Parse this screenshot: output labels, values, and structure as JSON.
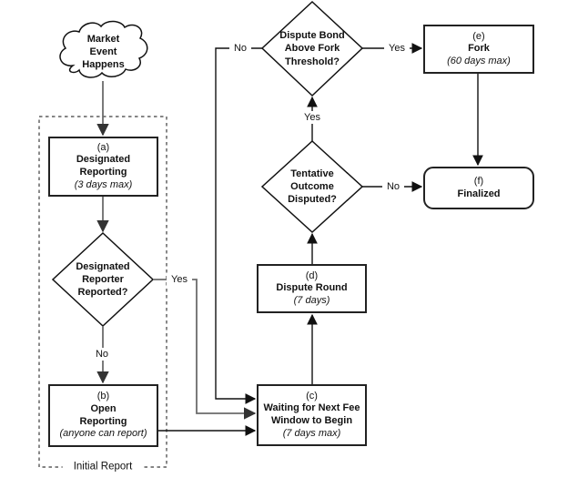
{
  "nodes": {
    "market_event": {
      "lines": [
        "Market",
        "Event",
        "Happens"
      ]
    },
    "designated_reporting": {
      "prefix": "(a)",
      "title_lines": [
        "Designated",
        "Reporting"
      ],
      "note": "(3 days max)"
    },
    "designated_reporter_reported": {
      "lines": [
        "Designated",
        "Reporter",
        "Reported?"
      ]
    },
    "open_reporting": {
      "prefix": "(b)",
      "title_lines": [
        "Open",
        "Reporting"
      ],
      "note": "(anyone can report)"
    },
    "waiting_next_fee_window": {
      "prefix": "(c)",
      "title_lines": [
        "Waiting for Next Fee",
        "Window to Begin"
      ],
      "note": "(7 days max)"
    },
    "dispute_round": {
      "prefix": "(d)",
      "title_lines": [
        "Dispute Round"
      ],
      "note": "(7 days)"
    },
    "fork": {
      "prefix": "(e)",
      "title_lines": [
        "Fork"
      ],
      "note": "(60 days max)"
    },
    "finalized": {
      "prefix": "(f)",
      "title_lines": [
        "Finalized"
      ]
    },
    "dispute_bond_above_fork": {
      "lines": [
        "Dispute Bond",
        "Above Fork",
        "Threshold?"
      ]
    },
    "tentative_outcome_disputed": {
      "lines": [
        "Tentative",
        "Outcome",
        "Disputed?"
      ]
    }
  },
  "edge_labels": {
    "reporter_yes": "Yes",
    "reporter_no": "No",
    "bond_no": "No",
    "bond_yes": "Yes",
    "tentative_yes": "Yes",
    "tentative_no": "No",
    "initial_report_group": "Initial Report"
  },
  "colors": {
    "background": "#ffffff",
    "shape_border": "#222222",
    "edge_black": "#111111",
    "edge_gray": "#6b6b6b",
    "text": "#111111"
  }
}
